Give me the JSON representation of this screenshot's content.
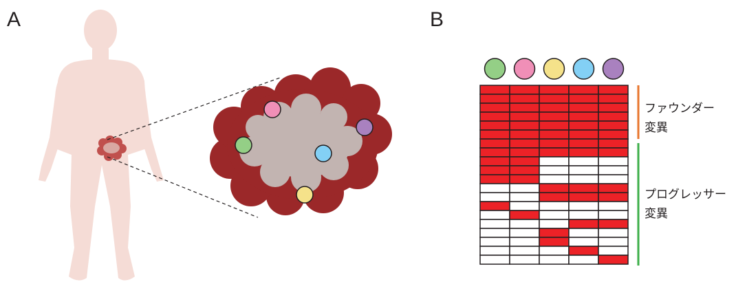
{
  "panels": {
    "a": {
      "label": "A"
    },
    "b": {
      "label": "B"
    }
  },
  "colors": {
    "body_silhouette": "#f5dcd6",
    "tumor_outer": "#9b2829",
    "tumor_inner": "#c2b4b1",
    "mutation_red": "#ec2227",
    "founder_bracket": "#e8762d",
    "progressor_bracket": "#3daf4a",
    "grid_line": "#231f20"
  },
  "subclones": [
    {
      "name": "green",
      "color": "#94cf86"
    },
    {
      "name": "pink",
      "color": "#f08fb7"
    },
    {
      "name": "yellow",
      "color": "#f5e28a"
    },
    {
      "name": "blue",
      "color": "#83d0f5"
    },
    {
      "name": "purple",
      "color": "#a981bf"
    }
  ],
  "groups": {
    "founder": {
      "line1": "ファウンダー",
      "line2": "変異"
    },
    "progressor": {
      "line1": "プログレッサー",
      "line2": "変異"
    }
  },
  "mutation_matrix": [
    [
      1,
      1,
      1,
      1,
      1
    ],
    [
      1,
      1,
      1,
      1,
      1
    ],
    [
      1,
      1,
      1,
      1,
      1
    ],
    [
      1,
      1,
      1,
      1,
      1
    ],
    [
      1,
      1,
      1,
      1,
      1
    ],
    [
      1,
      1,
      1,
      1,
      1
    ],
    [
      1,
      1,
      1,
      1,
      1
    ],
    [
      1,
      1,
      1,
      1,
      1
    ],
    [
      1,
      1,
      0,
      0,
      0
    ],
    [
      1,
      1,
      0,
      0,
      0
    ],
    [
      1,
      1,
      0,
      0,
      0
    ],
    [
      0,
      0,
      1,
      1,
      1
    ],
    [
      0,
      0,
      1,
      1,
      1
    ],
    [
      1,
      0,
      0,
      0,
      0
    ],
    [
      0,
      1,
      0,
      0,
      0
    ],
    [
      0,
      0,
      0,
      1,
      1
    ],
    [
      0,
      0,
      1,
      0,
      0
    ],
    [
      0,
      0,
      1,
      0,
      0
    ],
    [
      0,
      0,
      0,
      1,
      0
    ],
    [
      0,
      0,
      0,
      0,
      1
    ]
  ]
}
